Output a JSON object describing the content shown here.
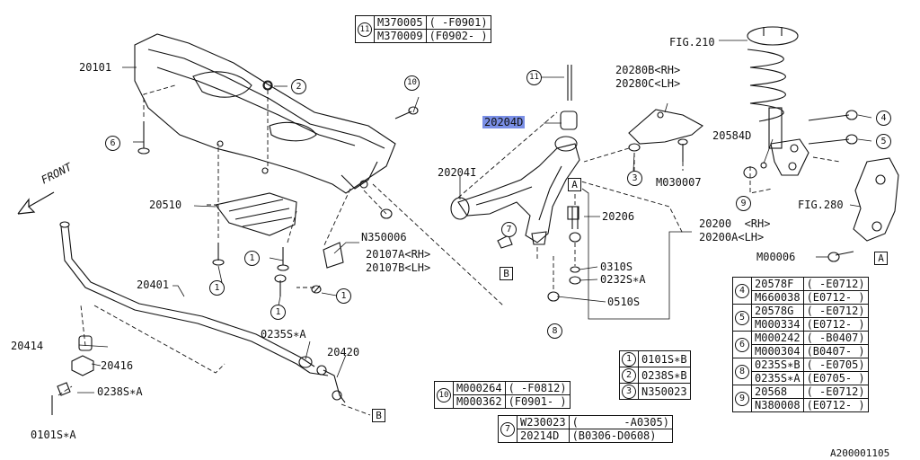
{
  "labels": {
    "p20101": "20101",
    "p20510": "20510",
    "p20401": "20401",
    "p20414": "20414",
    "p20416": "20416",
    "p0238sa": "0238S∗A",
    "p0101sa": "0101S∗A",
    "p0235sa": "0235S∗A",
    "p20420": "20420",
    "pn350006": "N350006",
    "p20107a": "20107A<RH>",
    "p20107b": "20107B<LH>",
    "p20204d": "20204D",
    "p20204i": "20204I",
    "p20206": "20206",
    "p0310s": "0310S",
    "p0232sa": "0232S∗A",
    "p0510s": "0510S",
    "p20200": "20200  <RH>",
    "p20200a": "20200A<LH>",
    "p20280b": "20280B<RH>",
    "p20280c": "20280C<LH>",
    "pm030007": "M030007",
    "pfig210": "FIG.210",
    "p20584d": "20584D",
    "pfig280": "FIG.280",
    "pm00006": "M00006",
    "front": "FRONT",
    "diagram_id": "A200001105"
  },
  "callouts": {
    "c1": "1",
    "c2": "2",
    "c3": "3",
    "c4": "4",
    "c5": "5",
    "c6": "6",
    "c7": "7",
    "c8": "8",
    "c9": "9",
    "c10": "10",
    "c11": "11",
    "ra": "A",
    "rb": "B"
  },
  "tables": {
    "t11": {
      "key": "11",
      "rows": [
        [
          "M370005",
          "( -F0901)"
        ],
        [
          "M370009",
          "(F0902- )"
        ]
      ]
    },
    "t123": {
      "rows": [
        [
          "1",
          "0101S∗B"
        ],
        [
          "2",
          "0238S∗B"
        ],
        [
          "3",
          "N350023"
        ]
      ]
    },
    "t10": {
      "key": "10",
      "rows": [
        [
          "M000264",
          "( -F0812)"
        ],
        [
          "M000362",
          "(F0901- )"
        ]
      ]
    },
    "t7": {
      "key": "7",
      "rows": [
        [
          "W230023",
          "(       -A0305)"
        ],
        [
          "20214D",
          "(B0306-D0608)"
        ]
      ]
    },
    "t4": {
      "key": "4",
      "rows": [
        [
          "20578F",
          "( -E0712)"
        ],
        [
          "M660038",
          "(E0712- )"
        ]
      ]
    },
    "t5": {
      "key": "5",
      "rows": [
        [
          "20578G",
          "( -E0712)"
        ],
        [
          "M000334",
          "(E0712- )"
        ]
      ]
    },
    "t6": {
      "key": "6",
      "rows": [
        [
          "M000242",
          "( -B0407)"
        ],
        [
          "M000304",
          "(B0407- )"
        ]
      ]
    },
    "t8": {
      "key": "8",
      "rows": [
        [
          "0235S∗B",
          "( -E0705)"
        ],
        [
          "0235S∗A",
          "(E0705- )"
        ]
      ]
    },
    "t9": {
      "key": "9",
      "rows": [
        [
          "20568",
          "( -E0712)"
        ],
        [
          "N380008",
          "(E0712- )"
        ]
      ]
    }
  },
  "colors": {
    "highlight": "#7a8fe6",
    "ink": "#111111"
  }
}
